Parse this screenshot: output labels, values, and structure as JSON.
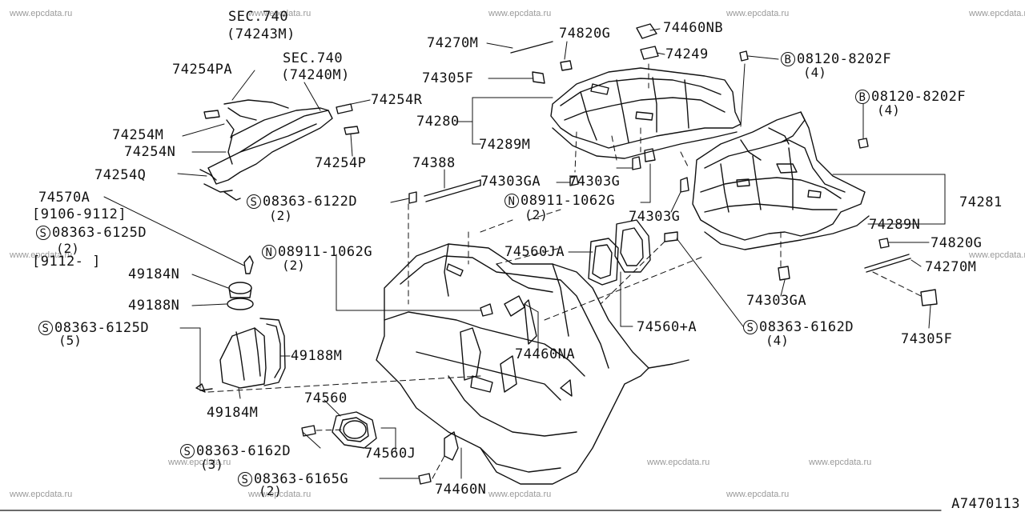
{
  "watermark": "www.epcdata.ru",
  "diagram_code": "A7470113",
  "labels": {
    "sec740_a": "SEC.740",
    "sec740_a_ref": "(74243M)",
    "sec740_b": "SEC.740",
    "sec740_b_ref": "(74240M)",
    "p74254PA": "74254PA",
    "p74254R": "74254R",
    "p74254M": "74254M",
    "p74254N": "74254N",
    "p74254P": "74254P",
    "p74254Q": "74254Q",
    "p74570A": "74570A",
    "range1": "[9106-9112]",
    "s08363_6125D_a": "08363-6125D",
    "s08363_6125D_a_qty": "(2)",
    "range2": "[9112-   ]",
    "p49184N": "49184N",
    "p49188N": "49188N",
    "s08363_6125D_b": "08363-6125D",
    "s08363_6125D_b_qty": "(5)",
    "p49188M": "49188M",
    "p49184M": "49184M",
    "p74270M_top": "74270M",
    "p74305F_top": "74305F",
    "p74280": "74280",
    "p74289M": "74289M",
    "p74820G_top": "74820G",
    "p74460NB": "74460NB",
    "p74249": "74249",
    "b08120_a": "08120-8202F",
    "b08120_a_qty": "(4)",
    "b08120_b": "08120-8202F",
    "b08120_b_qty": "(4)",
    "p74388": "74388",
    "s08363_6122D": "08363-6122D",
    "s08363_6122D_qty": "(2)",
    "p74303GA_top": "74303GA",
    "p74303G_a": "74303G",
    "n08911_a": "08911-1062G",
    "n08911_a_qty": "(2)",
    "p74303G_b": "74303G",
    "p74281": "74281",
    "p74289N": "74289N",
    "p74820G_right": "74820G",
    "p74270M_right": "74270M",
    "n08911_b": "08911-1062G",
    "n08911_b_qty": "(2)",
    "p74560JA": "74560JA",
    "p74303GA_right": "74303GA",
    "p74560A": "74560+A",
    "s08363_6162D_a": "08363-6162D",
    "s08363_6162D_a_qty": "(4)",
    "p74305F_right": "74305F",
    "p74460NA": "74460NA",
    "p74560": "74560",
    "s08363_6162D_b": "08363-6162D",
    "s08363_6162D_b_qty": "(3)",
    "p74560J": "74560J",
    "s08363_6165G": "08363-6165G",
    "s08363_6165G_qty": "(2)",
    "p74460N": "74460N"
  },
  "prefix": {
    "S": "S",
    "N": "N",
    "B": "B"
  }
}
